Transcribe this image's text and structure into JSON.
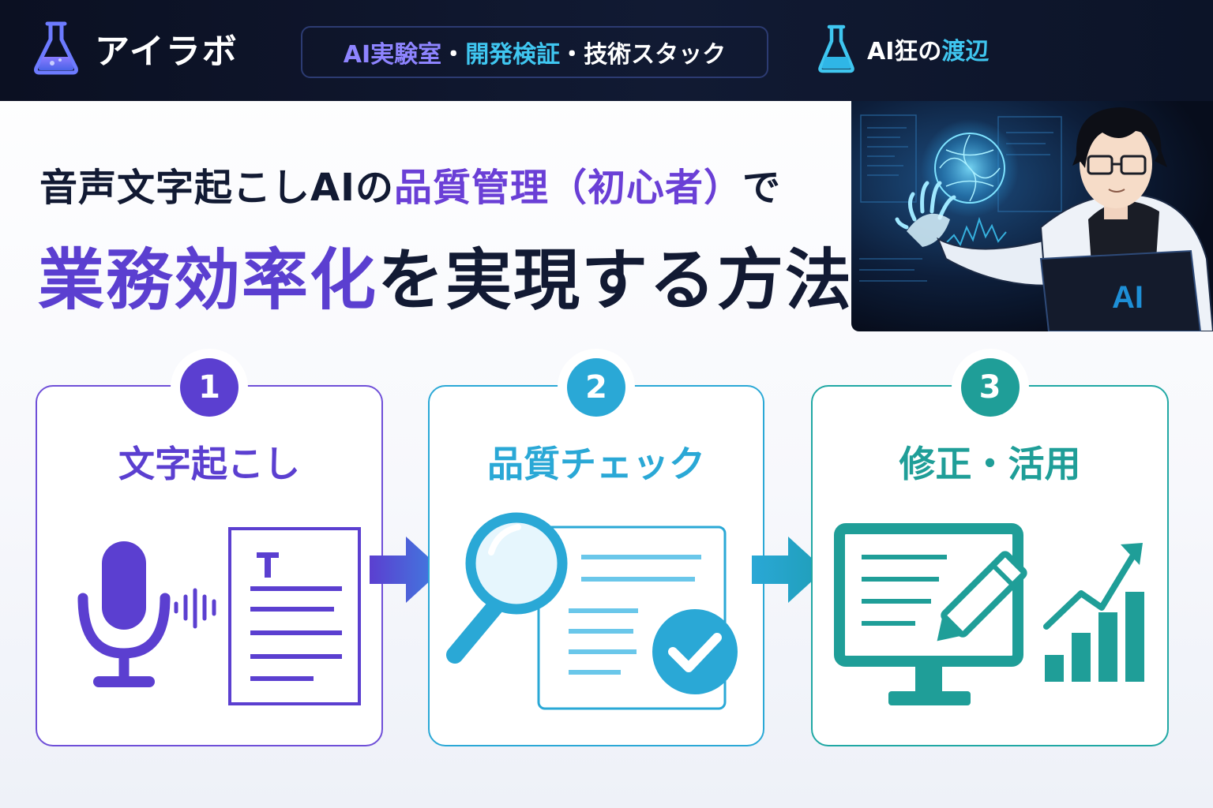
{
  "header": {
    "brand_name": "アイラボ",
    "tagline_part1": "AI実験室",
    "tagline_sep1": "・",
    "tagline_part2": "開発検証",
    "tagline_sep2": "・",
    "tagline_part3": "技術スタック",
    "author_prefix": "AI狂の",
    "author_highlight": "渡辺",
    "icons": {
      "brand": "flask-icon",
      "author": "flask-icon"
    }
  },
  "portrait": {
    "badge": "AI"
  },
  "title": {
    "line1_a": "音声文字起こしAIの",
    "line1_b": "品質管理（初心者）",
    "line1_c": "で",
    "line2_a": "業務効率化",
    "line2_b": "を実現する方法"
  },
  "steps": [
    {
      "number": "1",
      "label": "文字起こし",
      "icon": "microphone-to-document-icon",
      "color": "#5b3fd0"
    },
    {
      "number": "2",
      "label": "品質チェック",
      "icon": "magnifier-document-check-icon",
      "color": "#2aa8d6"
    },
    {
      "number": "3",
      "label": "修正・活用",
      "icon": "monitor-edit-growth-chart-icon",
      "color": "#1f9e98"
    }
  ],
  "colors": {
    "header_bg": "#0b1022",
    "purple": "#5b3fd0",
    "blue": "#2aa8d6",
    "teal": "#1f9e98",
    "title_dark": "#121a33"
  }
}
